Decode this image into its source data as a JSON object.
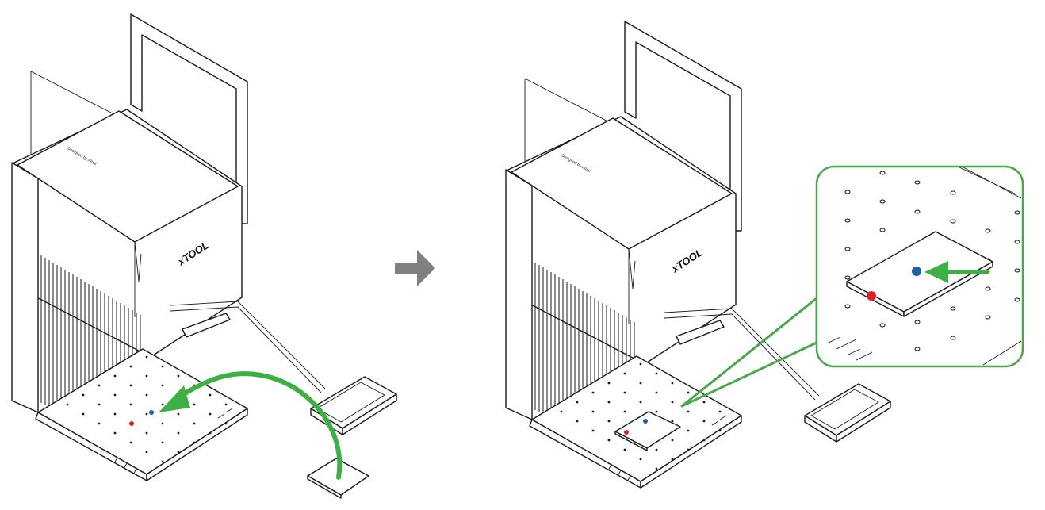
{
  "device": {
    "brand_label": "xTOOL",
    "lid_caption": "Designed by xTool"
  },
  "colors": {
    "arrow_green": "#3cb043",
    "callout_green": "#4aa84a",
    "step_arrow_gray": "#808080",
    "red_marker": "#e41e26",
    "blue_marker": "#1f5fa8",
    "outline": "#1a1a1a"
  },
  "icons": {
    "step_arrow": "right-arrow-icon",
    "placement_arrow": "curved-arrow-icon",
    "align_arrow": "left-arrow-icon"
  },
  "steps": [
    {
      "id": "before",
      "description_icon": "material-outside-machine"
    },
    {
      "id": "after",
      "description_icon": "material-on-bed-with-zoom"
    }
  ]
}
